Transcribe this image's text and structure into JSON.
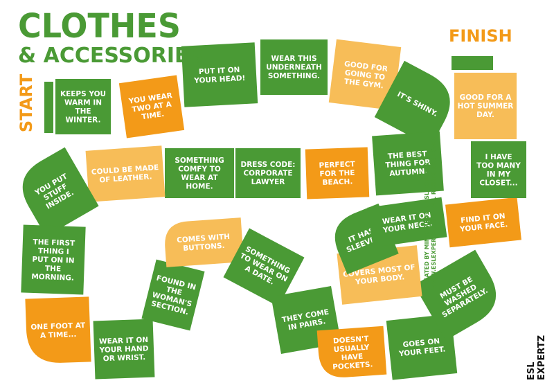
{
  "title": {
    "line1": "CLOTHES",
    "line2": "& ACCESSORIES"
  },
  "labels": {
    "start": "START",
    "finish": "FINISH"
  },
  "credits": {
    "line1": "CREATED BY MIN KIME FOR ESL EXPERTZ",
    "line2": "WWW.ESLEXPERTZ.COM - ALL RIGHTS RESERVED",
    "brand": "ESL EXPERTZ"
  },
  "colors": {
    "green": "#4a9a35",
    "orange": "#f39a18",
    "light_orange": "#f7bd58"
  },
  "tiles": [
    {
      "text": "KEEPS YOU WARM IN THE WINTER.",
      "color": "green"
    },
    {
      "text": "YOU WEAR TWO AT A TIME.",
      "color": "orange"
    },
    {
      "text": "PUT IT ON YOUR HEAD!",
      "color": "green"
    },
    {
      "text": "WEAR THIS UNDERNEATH SOMETHING.",
      "color": "green"
    },
    {
      "text": "GOOD FOR GOING TO THE GYM.",
      "color": "light_orange"
    },
    {
      "text": "IT'S SHINY.",
      "color": "green"
    },
    {
      "text": "THE BEST THING FOR AUTUMN.",
      "color": "green"
    },
    {
      "text": "PERFECT FOR THE BEACH.",
      "color": "orange"
    },
    {
      "text": "DRESS CODE: CORPORATE LAWYER",
      "color": "green"
    },
    {
      "text": "SOMETHING COMFY TO WEAR AT HOME.",
      "color": "green"
    },
    {
      "text": "COULD BE MADE OF LEATHER.",
      "color": "light_orange"
    },
    {
      "text": "YOU PUT STUFF INSIDE.",
      "color": "green"
    },
    {
      "text": "THE FIRST THING I PUT ON IN THE MORNING.",
      "color": "green"
    },
    {
      "text": "ONE FOOT AT A TIME...",
      "color": "orange"
    },
    {
      "text": "WEAR IT ON YOUR HAND OR WRIST.",
      "color": "green"
    },
    {
      "text": "FOUND IN THE WOMAN'S SECTION.",
      "color": "green"
    },
    {
      "text": "COMES WITH BUTTONS.",
      "color": "light_orange"
    },
    {
      "text": "SOMETHING TO WEAR ON A DATE.",
      "color": "green"
    },
    {
      "text": "THEY COME IN PAIRS.",
      "color": "green"
    },
    {
      "text": "DOESN'T USUALLY HAVE POCKETS.",
      "color": "orange"
    },
    {
      "text": "GOES ON YOUR FEET.",
      "color": "green"
    },
    {
      "text": "MUST BE WASHED SEPARATELY.",
      "color": "green"
    },
    {
      "text": "COVERS MOST OF YOUR BODY.",
      "color": "light_orange"
    },
    {
      "text": "IT HAS SLEEVES.",
      "color": "green"
    },
    {
      "text": "WEAR IT ON YOUR NECK.",
      "color": "green"
    },
    {
      "text": "FIND IT ON YOUR FACE.",
      "color": "orange"
    },
    {
      "text": "I HAVE TOO MANY IN MY CLOSET...",
      "color": "green"
    },
    {
      "text": "GOOD FOR A HOT SUMMER DAY.",
      "color": "light_orange"
    }
  ]
}
